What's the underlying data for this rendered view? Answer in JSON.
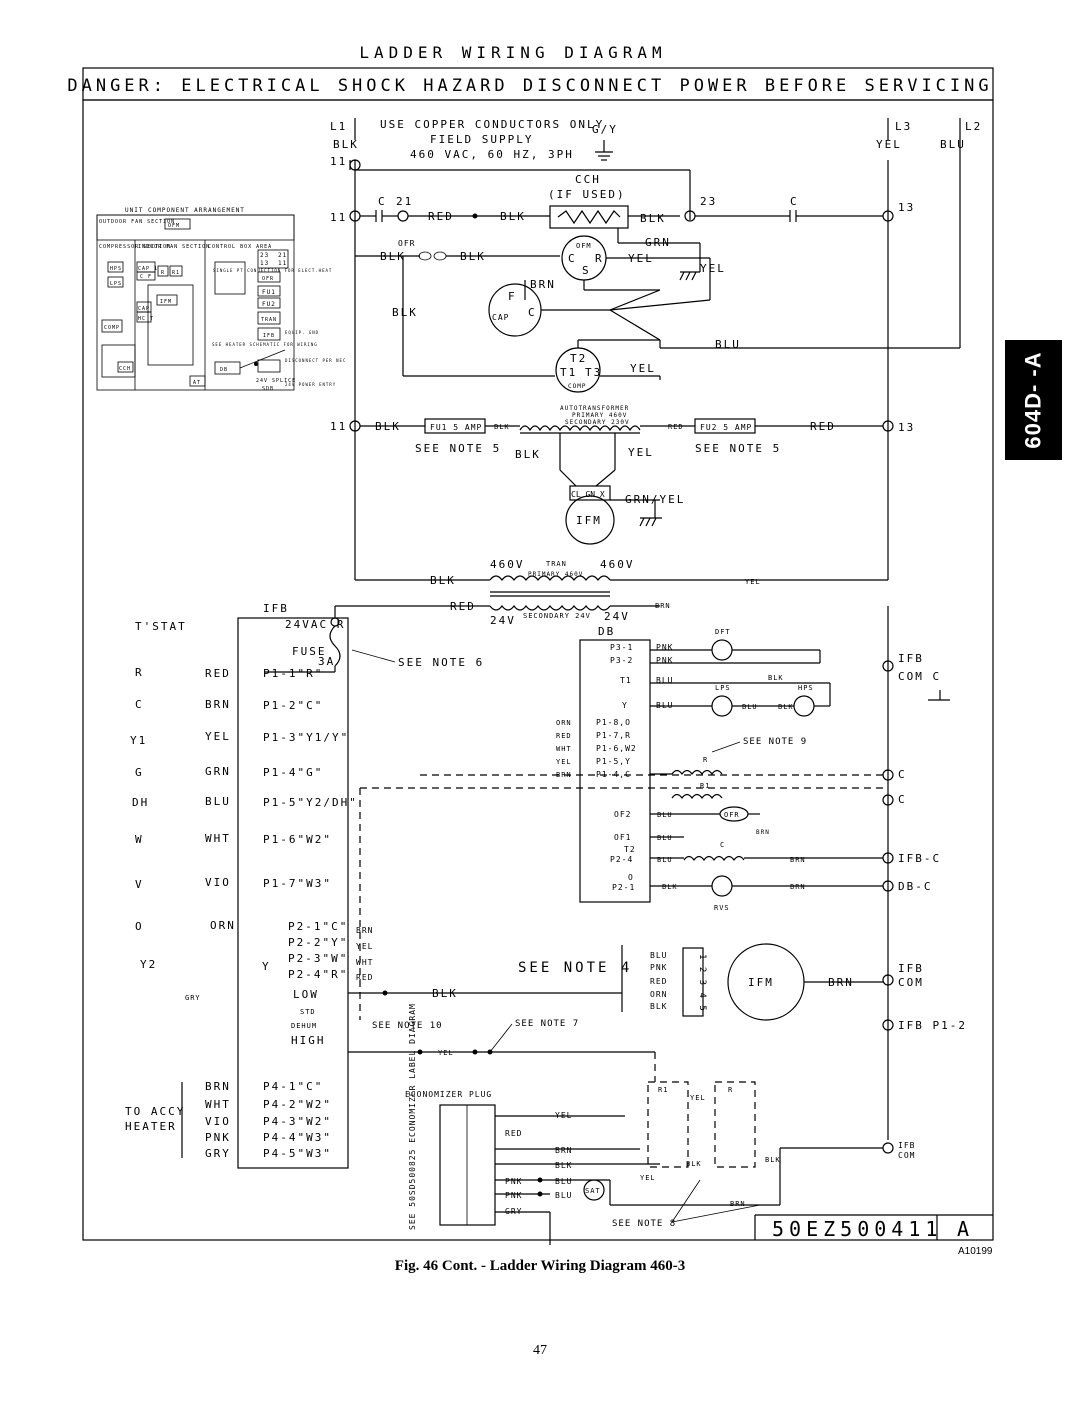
{
  "header": {
    "title": "LADDER WIRING DIAGRAM",
    "danger": "DANGER: ELECTRICAL SHOCK HAZARD DISCONNECT POWER BEFORE SERVICING"
  },
  "side_tab": "604D- -A",
  "supply": {
    "line1": "USE COPPER CONDUCTORS ONLY",
    "line2": "FIELD SUPPLY",
    "line3": "460 VAC, 60 HZ, 3PH",
    "l1": "L1",
    "l2": "L2",
    "l3": "L3",
    "gy": "G/Y",
    "blk": "BLK",
    "yel": "YEL",
    "blu": "BLU"
  },
  "component_arrangement": {
    "title": "UNIT COMPONENT ARRANGEMENT",
    "outdoor": "OUTDOOR FAN SECTION",
    "ofm": "OFM",
    "compressor": "COMPRESSOR SECTION",
    "indoor": "INDOOR FAN SECTION",
    "control": "CONTROL BOX AREA",
    "hps": "HPS",
    "lps": "LPS",
    "cap1": "CAP 1",
    "cf": "C F",
    "r": "R",
    "r1": "R1",
    "ifm": "IFM",
    "cap": "CAP",
    "hct": "HC T",
    "comp": "COMP",
    "cch": "CCH",
    "single": "SINGLE PT CONNECTION FOR ELECT.HEAT",
    "ofr": "OFR",
    "fu1": "FU1",
    "fu2": "FU2",
    "tran": "TRAN",
    "ifb": "IFB",
    "see_heater": "SEE HEATER SCHEMATIC FOR WIRING",
    "equip": "EQUIP. GND",
    "disconnect": "DISCONNECT PER NEC",
    "db": "DB",
    "at": "AT",
    "splice": "24V SPLICE",
    "sdb": "SDB",
    "entry": "24V POWER ENTRY",
    "n23": "23",
    "n21": "21",
    "n13": "13",
    "n11": "11"
  },
  "labels": {
    "n11": "11",
    "n13": "13",
    "n21": "21",
    "n23": "23",
    "c": "C",
    "red": "RED",
    "blk": "BLK",
    "grn": "GRN",
    "yel": "YEL",
    "brn": "BRN",
    "blu": "BLU",
    "cch": "CCH",
    "if_used": "(IF USED)",
    "ofr": "OFR",
    "ofm": "OFM",
    "cap": "CAP",
    "f": "F",
    "s": "S",
    "r": "R",
    "t1": "T1",
    "t2": "T2",
    "t3": "T3",
    "comp": "COMP",
    "fu1": "FU1 5 AMP",
    "fu2": "FU2 5 AMP",
    "see_note_5": "SEE NOTE 5",
    "autotransformer": "AUTOTRANSFORMER",
    "primary": "PRIMARY 460V",
    "secondary": "SECONDARY 230V",
    "cl_gn_x": "CL GN X",
    "grn_yel": "GRN/YEL",
    "ifm": "IFM",
    "v460": "460V",
    "tran": "TRAN",
    "primary_460": "PRIMARY 460V",
    "v24": "24V",
    "secondary_24": "SECONDARY 24V"
  },
  "control": {
    "tstat": "T'STAT",
    "ifb": "IFB",
    "vac": "24VAC R",
    "fuse": "FUSE",
    "fuse_rating": "3A",
    "see_note_6": "SEE NOTE 6",
    "db": "DB",
    "tstat_terms": [
      "R",
      "C",
      "Y1",
      "G",
      "DH",
      "W",
      "V",
      "O",
      "Y2"
    ],
    "wire_colors": [
      "RED",
      "BRN",
      "YEL",
      "GRN",
      "BLU",
      "WHT",
      "VIO",
      "ORN"
    ],
    "p1": [
      "P1-1\"R\"",
      "P1-2\"C\"",
      "P1-3\"Y1/Y\"",
      "P1-4\"G\"",
      "P1-5\"Y2/DH\"",
      "P1-6\"W2\"",
      "P1-7\"W3\""
    ],
    "gry": "GRY",
    "p2": [
      "P2-1\"C\"",
      "P2-2\"Y\"",
      "P2-3\"W\"",
      "P2-4\"R\""
    ],
    "p2_colors": [
      "BRN",
      "YEL",
      "WHT",
      "RED"
    ],
    "y": "Y",
    "low": "LOW",
    "std": "STD",
    "dehum": "DEHUM",
    "high": "HIGH",
    "see_note_10": "SEE NOTE 10",
    "see_note_4": "SEE NOTE 4",
    "see_note_7": "SEE NOTE 7",
    "see_note_8": "SEE NOTE 8",
    "see_note_9": "SEE NOTE 9",
    "to_accy": "TO ACCY",
    "heater": "HEATER",
    "p4": [
      "P4-1\"C\"",
      "P4-2\"W2\"",
      "P4-3\"W2\"",
      "P4-4\"W3\"",
      "P4-5\"W3\""
    ],
    "p4_colors": [
      "BRN",
      "WHT",
      "VIO",
      "PNK",
      "GRY"
    ],
    "db_terms": [
      "P3-1",
      "P3-2",
      "T1",
      "Y"
    ],
    "db_colors": [
      "PNK",
      "PNK",
      "BLU",
      "BLU"
    ],
    "dft": "DFT",
    "lps": "LPS",
    "hps": "HPS",
    "db_p1": [
      "P1-8,O",
      "P1-7,R",
      "P1-6,W2",
      "P1-5,Y",
      "P1-4,C"
    ],
    "db_p1_colors": [
      "ORN",
      "RED",
      "WHT",
      "YEL",
      "BRN"
    ],
    "of2": "OF2",
    "of1": "OF1",
    "t2": "T2",
    "p24": "P2-4",
    "o": "O",
    "p21": "P2-1",
    "ofr": "OFR",
    "rvs": "RVS",
    "r": "R",
    "r1": "R1",
    "c": "C",
    "ifb_right": [
      "IFB",
      "COM C",
      "C",
      "C",
      "IFB-C",
      "DB-C",
      "IFB",
      "COM",
      "IFB P1-2",
      "IFB",
      "COM"
    ],
    "ifm_colors": [
      "BLU",
      "PNK",
      "RED",
      "ORN",
      "BLK"
    ],
    "ifm_pins": "1 2 3 4 5",
    "econ_plug": "ECONOMIZER PLUG",
    "econ_label": "SEE 50SD500825 ECONOMIZER LABEL DIAGRAM",
    "econ_colors": [
      "YEL",
      "RED",
      "BRN",
      "BLK",
      "PNK",
      "PNK",
      "GRY"
    ],
    "sat": "SAT",
    "r1_relay": "R1",
    "r_relay": "R"
  },
  "drawing_number": "50EZ500411",
  "revision": "A",
  "code": "A10199",
  "caption": "Fig. 46 Cont. - Ladder Wiring Diagram 460-3",
  "page_number": "47"
}
